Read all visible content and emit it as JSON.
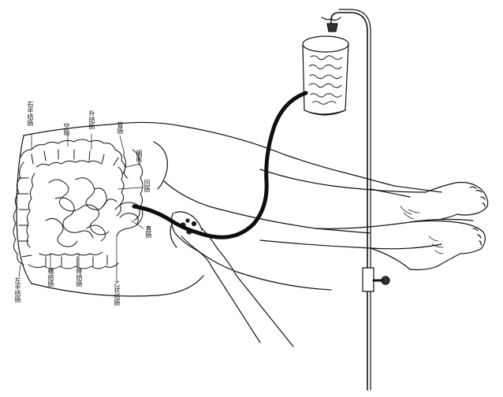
{
  "labels": {
    "ascending_colon_right": "右半结肠",
    "jejunum": "空肠",
    "ascending_colon": "升结肠",
    "cecum": "盲肠",
    "appendix": "阑尾",
    "ileum": "回肠",
    "rectum": "直肠",
    "left_colon": "左半结肠",
    "transverse_colon": "横结肠",
    "descending_colon": "降结肠",
    "sigmoid_colon": "乙状结肠"
  },
  "icons": {
    "stand": "iv-pole-icon",
    "bag": "enema-bag-icon",
    "tube": "enema-tube-icon"
  },
  "colors": {
    "line": "#111111",
    "tube": "#0e0e0e",
    "background": "#ffffff"
  }
}
